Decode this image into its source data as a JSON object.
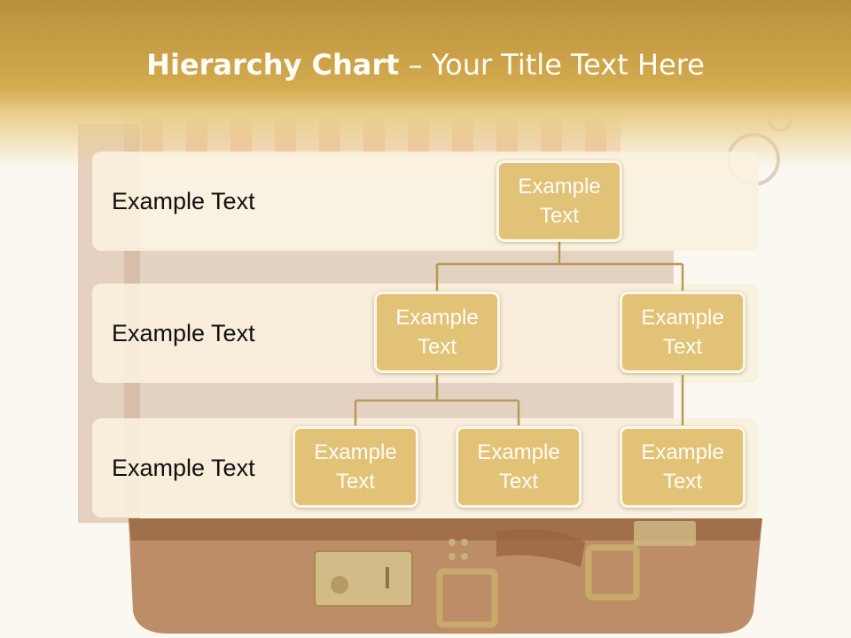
{
  "title": {
    "bold": "Hierarchy Chart",
    "rest": " – Your Title Text Here"
  },
  "levels": [
    {
      "label": "Example Text"
    },
    {
      "label": "Example Text"
    },
    {
      "label": "Example Text"
    }
  ],
  "nodes": {
    "root": "Example Text",
    "mid_left": "Example Text",
    "mid_right": "Example Text",
    "leaf_1": "Example Text",
    "leaf_2": "Example Text",
    "leaf_3": "Example Text"
  },
  "colors": {
    "header": "#d4ab4f",
    "node_fill": "#e2c277",
    "node_border": "#fff8e8",
    "band": "#faf1de",
    "connector": "#b89a55"
  }
}
